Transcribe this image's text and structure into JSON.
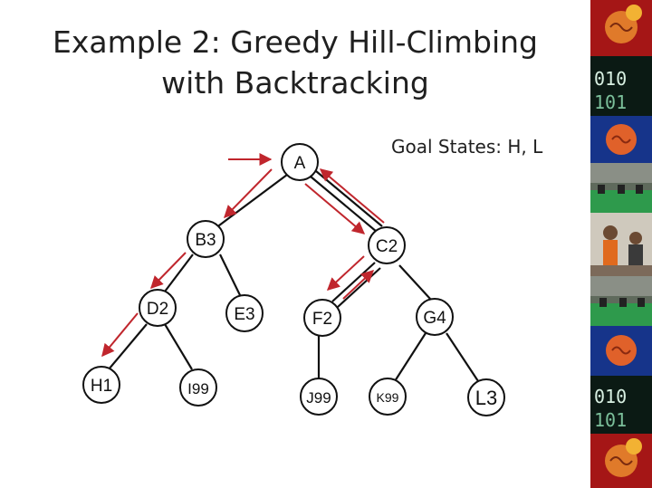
{
  "slide": {
    "title_line1": "Example 2: Greedy Hill-Climbing",
    "title_line2": "with Backtracking",
    "goal_text": "Goal States: H, L"
  },
  "tree": {
    "nodes": {
      "A": "A",
      "B3": "B3",
      "C2": "C2",
      "D2": "D2",
      "E3": "E3",
      "F2": "F2",
      "G4": "G4",
      "H1": "H1",
      "I99": "I99",
      "J99": "J99",
      "K99": "K99",
      "L3": "L3"
    },
    "edges": [
      [
        "A",
        "B3"
      ],
      [
        "A",
        "C2"
      ],
      [
        "B3",
        "D2"
      ],
      [
        "B3",
        "E3"
      ],
      [
        "C2",
        "F2"
      ],
      [
        "C2",
        "G4"
      ],
      [
        "D2",
        "H1"
      ],
      [
        "D2",
        "I99"
      ],
      [
        "F2",
        "J99"
      ],
      [
        "G4",
        "K99"
      ],
      [
        "G4",
        "L3"
      ]
    ],
    "search_path": [
      "A",
      "B3",
      "D2",
      "H1"
    ],
    "backtrack_path": [
      "A",
      "C2",
      "F2",
      "C2",
      "A"
    ],
    "arrow_color": "#c0262d"
  },
  "filmstrip": {
    "thumbnails": [
      "brain-image",
      "binary-code-image",
      "brain-image",
      "classroom-image",
      "people-image",
      "classroom-image",
      "brain-image",
      "binary-code-image",
      "brain-image"
    ]
  }
}
